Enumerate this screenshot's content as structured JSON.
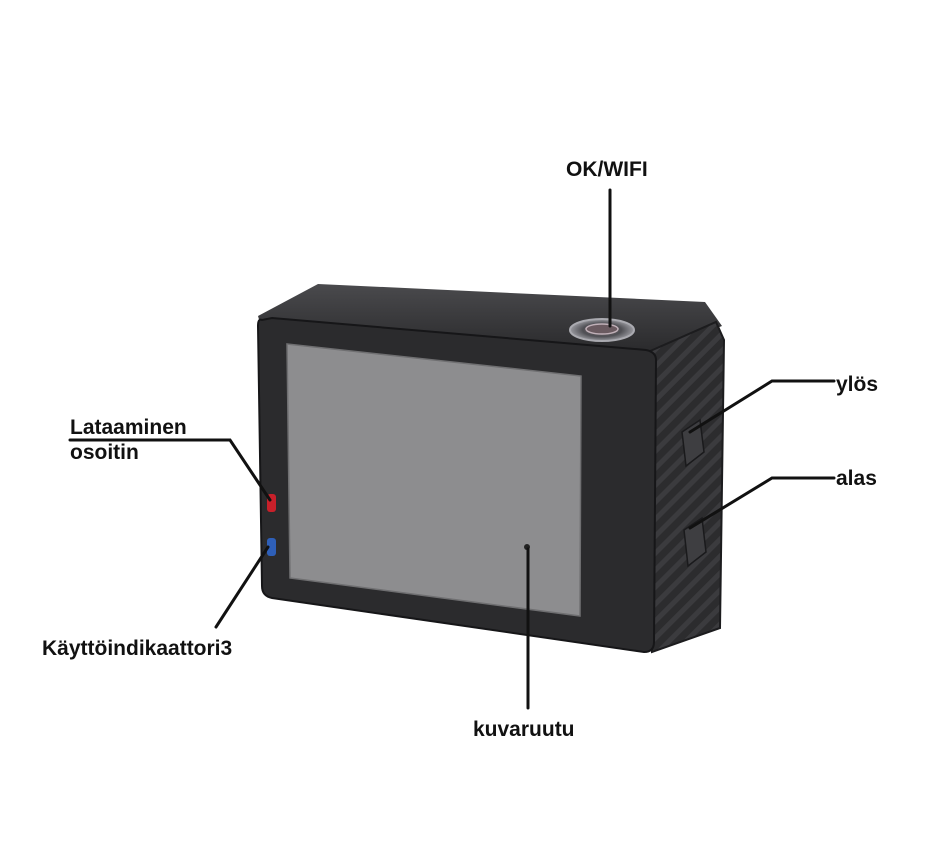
{
  "labels": {
    "ok_wifi": "OK/WIFI",
    "up": "ylös",
    "down": "alas",
    "charging_line1": "Lataaminen",
    "charging_line2": "osoitin",
    "status_indicator": "Käyttöindikaattori3",
    "screen": "kuvaruutu"
  },
  "colors": {
    "body": "#2b2b2d",
    "bezel": "#1d1d1f",
    "screen": "#8d8d8f",
    "charging_led": "#c8202a",
    "status_led": "#2e5fb8",
    "leader_line": "#111111"
  }
}
